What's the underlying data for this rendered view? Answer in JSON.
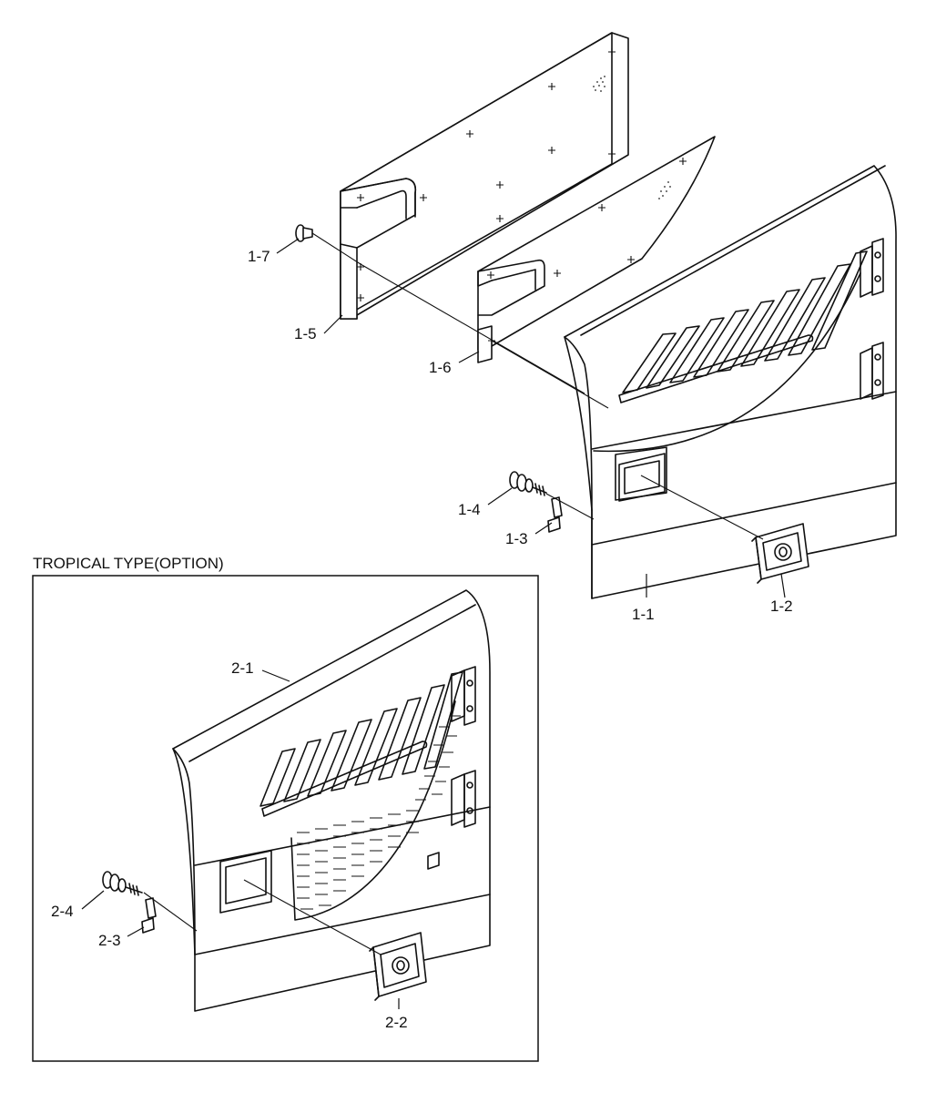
{
  "option_title": "TROPICAL TYPE(OPTION)",
  "callouts": [
    {
      "id": "c17",
      "label": "1-7"
    },
    {
      "id": "c15",
      "label": "1-5"
    },
    {
      "id": "c16",
      "label": "1-6"
    },
    {
      "id": "c14",
      "label": "1-4"
    },
    {
      "id": "c13",
      "label": "1-3"
    },
    {
      "id": "c11",
      "label": "1-1"
    },
    {
      "id": "c12",
      "label": "1-2"
    },
    {
      "id": "c21",
      "label": "2-1"
    },
    {
      "id": "c24",
      "label": "2-4"
    },
    {
      "id": "c23",
      "label": "2-3"
    },
    {
      "id": "c22",
      "label": "2-2"
    }
  ]
}
